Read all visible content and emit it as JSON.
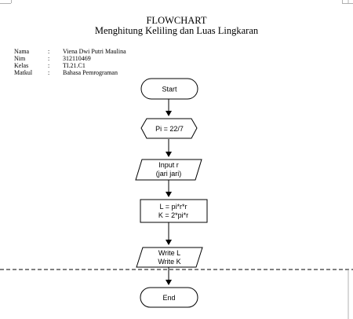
{
  "header": {
    "title": "FLOWCHART",
    "subtitle": "Menghitung Keliling dan Luas Lingkaran"
  },
  "info": [
    {
      "label": "Nama",
      "sep": ":",
      "value": "Viena Dwi Putri Maulina"
    },
    {
      "label": "Nim",
      "sep": ":",
      "value": "312110469"
    },
    {
      "label": "Kelas",
      "sep": ":",
      "value": "TI.21.C1"
    },
    {
      "label": "Matkul",
      "sep": ":",
      "value": "Bahasa Pemrograman"
    }
  ],
  "flowchart": {
    "start": "Start",
    "prep": "Pi = 22/7",
    "input_line1": "Input r",
    "input_line2": "(jari jari)",
    "process_line1": "L  = pi*r*r",
    "process_line2": "K  = 2*pi*r",
    "output_line1": "Write L",
    "output_line2": "Write K",
    "end": "End"
  }
}
